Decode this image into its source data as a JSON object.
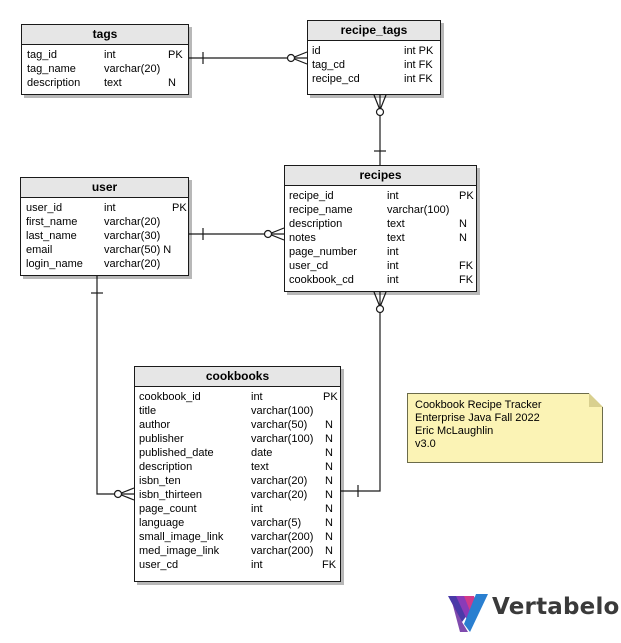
{
  "tables": [
    {
      "id": "tags",
      "name": "tags",
      "columns": [
        {
          "name": "tag_id",
          "type": "int",
          "flag": "PK"
        },
        {
          "name": "tag_name",
          "type": "varchar(20)",
          "flag": ""
        },
        {
          "name": "description",
          "type": "text",
          "flag": "N"
        }
      ]
    },
    {
      "id": "recipe_tags",
      "name": "recipe_tags",
      "columns": [
        {
          "name": "id",
          "type": "int PK",
          "flag": ""
        },
        {
          "name": "tag_cd",
          "type": "int FK",
          "flag": ""
        },
        {
          "name": "recipe_cd",
          "type": "int FK",
          "flag": ""
        }
      ]
    },
    {
      "id": "user",
      "name": "user",
      "columns": [
        {
          "name": "user_id",
          "type": "int",
          "flag": "PK"
        },
        {
          "name": "first_name",
          "type": "varchar(20)",
          "flag": ""
        },
        {
          "name": "last_name",
          "type": "varchar(30)",
          "flag": ""
        },
        {
          "name": "email",
          "type": "varchar(50) N",
          "flag": ""
        },
        {
          "name": "login_name",
          "type": "varchar(20)",
          "flag": ""
        }
      ]
    },
    {
      "id": "recipes",
      "name": "recipes",
      "columns": [
        {
          "name": "recipe_id",
          "type": "int",
          "flag": "PK"
        },
        {
          "name": "recipe_name",
          "type": "varchar(100)",
          "flag": ""
        },
        {
          "name": "description",
          "type": "text",
          "flag": "N"
        },
        {
          "name": "notes",
          "type": "text",
          "flag": "N"
        },
        {
          "name": "page_number",
          "type": "int",
          "flag": ""
        },
        {
          "name": "user_cd",
          "type": "int",
          "flag": "FK"
        },
        {
          "name": "cookbook_cd",
          "type": "int",
          "flag": "FK"
        }
      ]
    },
    {
      "id": "cookbooks",
      "name": "cookbooks",
      "columns": [
        {
          "name": "cookbook_id",
          "type": "int",
          "flag": "PK"
        },
        {
          "name": "title",
          "type": "varchar(100)",
          "flag": ""
        },
        {
          "name": "author",
          "type": "varchar(50)",
          "flag": "N"
        },
        {
          "name": "publisher",
          "type": "varchar(100)",
          "flag": "N"
        },
        {
          "name": "published_date",
          "type": "date",
          "flag": "N"
        },
        {
          "name": "description",
          "type": "text",
          "flag": "N"
        },
        {
          "name": "isbn_ten",
          "type": "varchar(20)",
          "flag": "N"
        },
        {
          "name": "isbn_thirteen",
          "type": "varchar(20)",
          "flag": "N"
        },
        {
          "name": "page_count",
          "type": "int",
          "flag": "N"
        },
        {
          "name": "language",
          "type": "varchar(5)",
          "flag": "N"
        },
        {
          "name": "small_image_link",
          "type": "varchar(200)",
          "flag": "N"
        },
        {
          "name": "med_image_link",
          "type": "varchar(200)",
          "flag": "N"
        },
        {
          "name": "user_cd",
          "type": "int",
          "flag": "FK"
        }
      ]
    }
  ],
  "note": {
    "lines": [
      "Cookbook Recipe Tracker",
      "Enterprise Java Fall 2022",
      "Eric McLaughlin",
      "v3.0"
    ]
  },
  "brand": {
    "name": "Vertabelo"
  },
  "colors": {
    "header_bg": "#e6e6e6",
    "line": "#1a1a1a",
    "note_bg": "#fbf3b5"
  }
}
